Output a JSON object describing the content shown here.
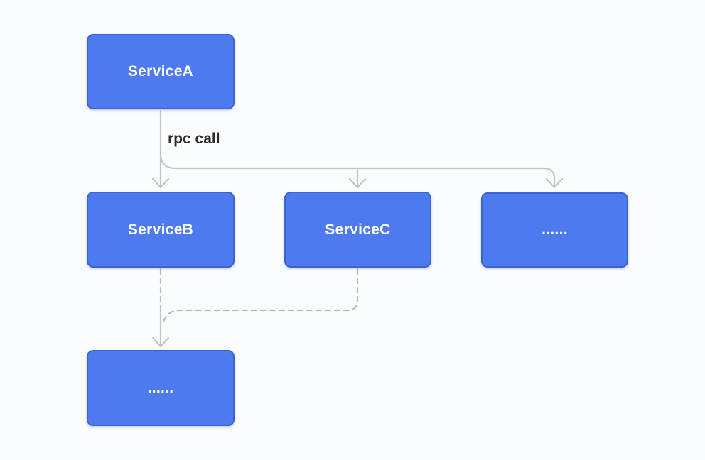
{
  "diagram": {
    "type": "flowchart",
    "nodes": [
      {
        "id": "service-a",
        "label": "ServiceA"
      },
      {
        "id": "service-b",
        "label": "ServiceB"
      },
      {
        "id": "service-c",
        "label": "ServiceC"
      },
      {
        "id": "more-right",
        "label": "......"
      },
      {
        "id": "more-bottom",
        "label": "......"
      }
    ],
    "edges": [
      {
        "from": "service-a",
        "to": "service-b",
        "style": "solid",
        "label": "rpc call"
      },
      {
        "from": "service-a",
        "to": "service-c",
        "style": "solid"
      },
      {
        "from": "service-a",
        "to": "more-right",
        "style": "solid"
      },
      {
        "from": "service-b",
        "to": "more-bottom",
        "style": "dashed"
      },
      {
        "from": "service-c",
        "to": "more-bottom",
        "style": "dashed"
      }
    ],
    "colors": {
      "node_fill": "#4d7bef",
      "node_border": "#3c63d2",
      "node_text": "#ffffff",
      "connector": "#c2c4c6",
      "connector_dashed": "#b9bbbd",
      "edge_label_text": "#2d2d30",
      "background": "#fbfcfd"
    }
  }
}
